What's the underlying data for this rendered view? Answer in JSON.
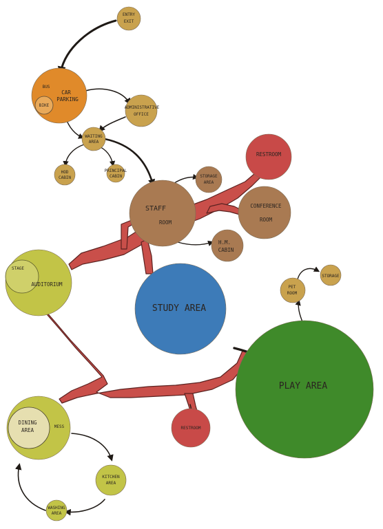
{
  "nodes": {
    "entry": [
      "ENTRY",
      "EXIT"
    ],
    "car_parking": [
      "CAR",
      "PARKING"
    ],
    "bus": "BUS",
    "bike": "BIKE",
    "administrative_office": [
      "ADMINISTRATIVE",
      "OFFICE"
    ],
    "waiting_area": [
      "WAITING",
      "AREA"
    ],
    "left_cabin": [
      "HOD",
      "CABIN"
    ],
    "right_cabin": [
      "PRINCIPAL",
      "CABIN"
    ],
    "staff_room": [
      "STAFF",
      "ROOM"
    ],
    "storage_area": [
      "STORAGE",
      "AREA"
    ],
    "restroom_top": "RESTROOM",
    "conference_room": [
      "CONFERENCE",
      "ROOM"
    ],
    "hm_cabin": [
      "H.M.",
      "CABIN"
    ],
    "auditorium": "AUDITORIUM",
    "stage": "STAGE",
    "study_area": "STUDY AREA",
    "pet_room": [
      "PET",
      "ROOM"
    ],
    "storage_top": "STORAGE",
    "play_area": "PLAY AREA",
    "dining_area": [
      "DINING",
      "AREA"
    ],
    "mess": "MESS",
    "kitchen_area": [
      "KITCHEN",
      "AREA"
    ],
    "washing_area": [
      "WASHING",
      "AREA"
    ],
    "restroom_bottom": "RESTROOM"
  },
  "colors": {
    "orange": "#e08a2a",
    "khaki": "#c9a24e",
    "brown": "#a97a52",
    "red": "#c84a48",
    "olive": "#c2c447",
    "blue": "#3d7bb8",
    "green": "#3f8a2a",
    "arrow_red": "#c94f4a",
    "ink": "#1f1a16"
  }
}
